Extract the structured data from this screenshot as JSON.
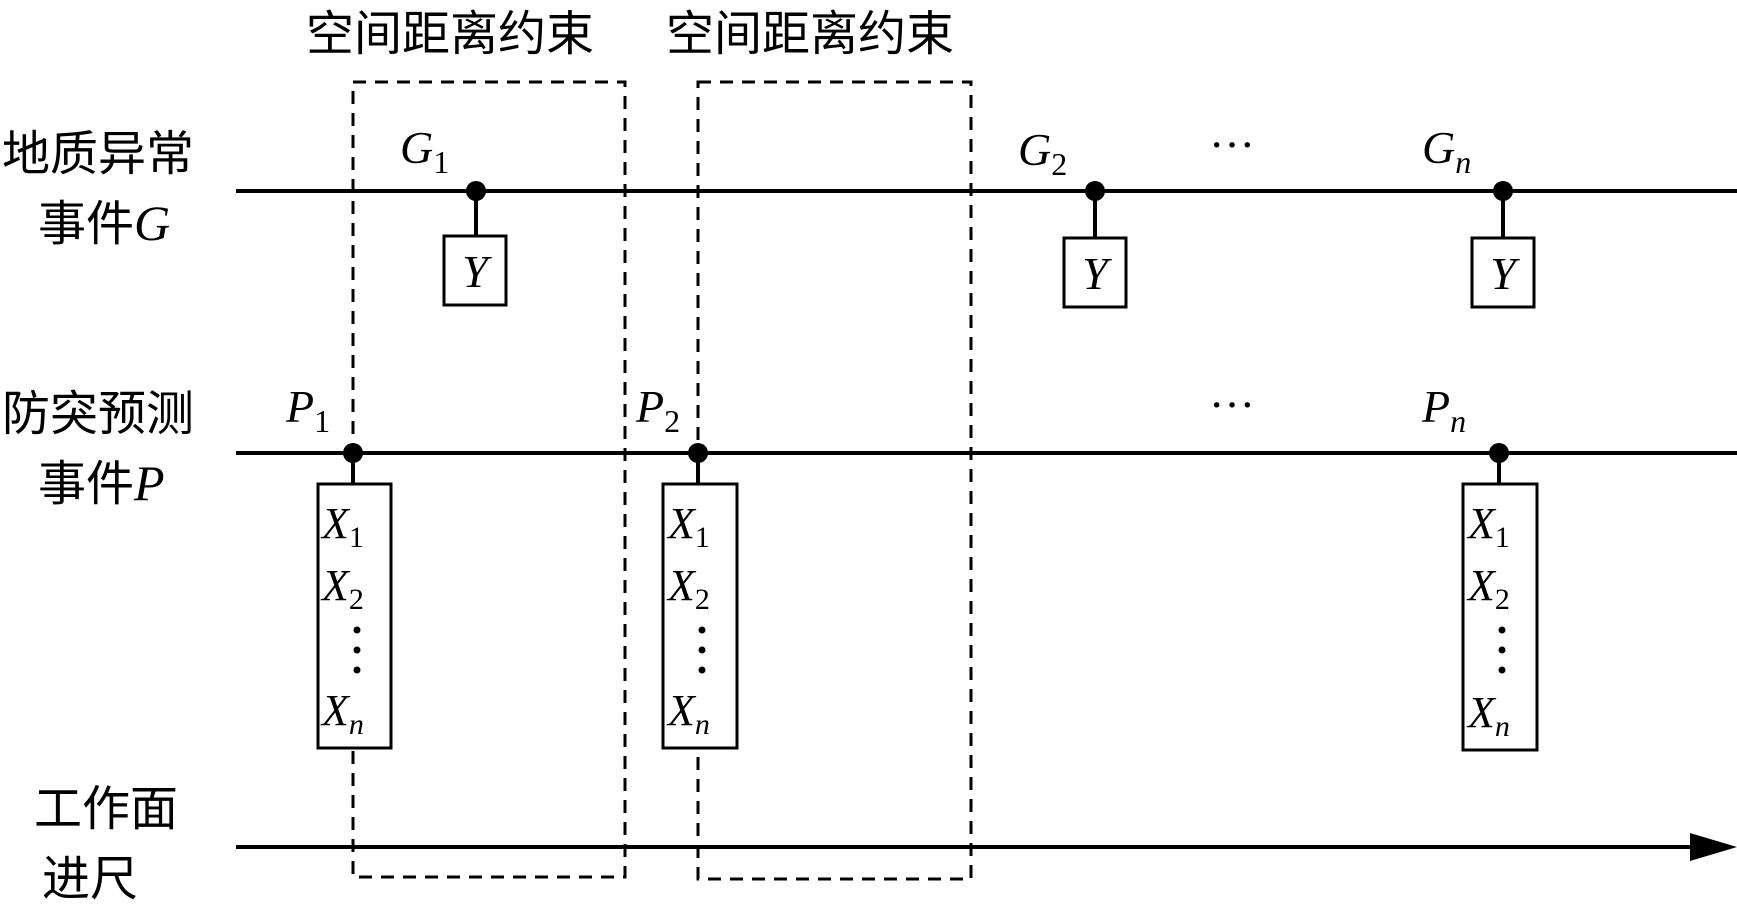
{
  "constraint_labels": [
    "空间距离约束",
    "空间距离约束"
  ],
  "rows": {
    "geology": {
      "line1": "地质异常",
      "line2_text": "事件",
      "line2_var": "G"
    },
    "prediction": {
      "line1": "防突预测",
      "line2_text": "事件",
      "line2_var": "P"
    },
    "advance": {
      "line1": "工作面",
      "line2": "进尺"
    }
  },
  "geology_events": [
    {
      "var": "G",
      "sub": "1",
      "box": "Y"
    },
    {
      "var": "G",
      "sub": "2",
      "box": "Y"
    },
    {
      "var": "G",
      "sub": "n",
      "box": "Y"
    }
  ],
  "prediction_events": [
    {
      "var": "P",
      "sub": "1",
      "box": [
        {
          "var": "X",
          "sub": "1"
        },
        {
          "var": "X",
          "sub": "2"
        },
        {
          "var": "X",
          "sub": "n"
        }
      ]
    },
    {
      "var": "P",
      "sub": "2",
      "box": [
        {
          "var": "X",
          "sub": "1"
        },
        {
          "var": "X",
          "sub": "2"
        },
        {
          "var": "X",
          "sub": "n"
        }
      ]
    },
    {
      "var": "P",
      "sub": "n",
      "box": [
        {
          "var": "X",
          "sub": "1"
        },
        {
          "var": "X",
          "sub": "2"
        },
        {
          "var": "X",
          "sub": "n"
        }
      ]
    }
  ],
  "ellipsis": "···"
}
